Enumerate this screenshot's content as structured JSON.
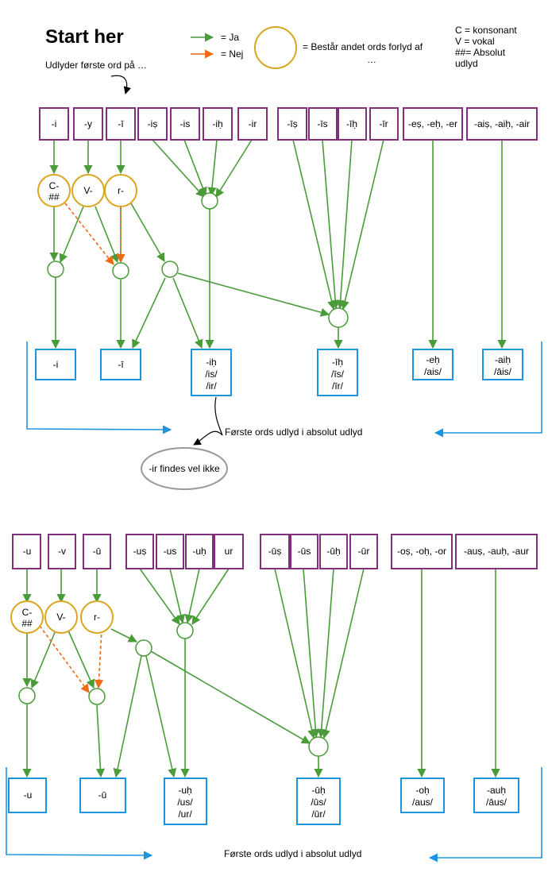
{
  "header": {
    "title": "Start her",
    "subtitle": "Udlyder første ord på …"
  },
  "legend": {
    "ja": "=  Ja",
    "nej": "= Nej",
    "circle_line1": "= Består andet ords forlyd af",
    "circle_line2": "…",
    "key_lines": [
      "C = konsonant",
      "V = vokal",
      "##= Absolut",
      "udlyd"
    ]
  },
  "colors": {
    "purple": "#80307a",
    "blue": "#1c95e0",
    "green": "#4a9b3a",
    "orange": "#ee6a16",
    "yellow": "#d9a621"
  },
  "section1": {
    "inputs": [
      "-i",
      "-y",
      "-ī",
      "-iṣ",
      "-is",
      "-iḥ",
      "-ir",
      "-īṣ",
      "-īs",
      "-īḥ",
      "-īr",
      "-eṣ, -eḥ, -er",
      "-aiṣ, -aiḥ, -air"
    ],
    "conditions": [
      [
        "C-",
        "##"
      ],
      [
        "V-"
      ],
      [
        "r-"
      ]
    ],
    "outputs": [
      [
        "-i"
      ],
      [
        "-ī"
      ],
      [
        "-iḥ",
        "/is/",
        "/ir/"
      ],
      [
        "-īḥ",
        "/īs/",
        "/īr/"
      ],
      [
        "-eḥ",
        "/ais/"
      ],
      [
        "-aiḥ",
        "/āis/"
      ]
    ],
    "absolute_label": "Første ords udlyd i absolut udlyd",
    "note": "-ir findes vel ikke"
  },
  "section2": {
    "inputs": [
      "-u",
      "-v",
      "-ū",
      "-uṣ",
      "-us",
      "-uḥ",
      "ur",
      "-ūṣ",
      "-ūs",
      "-ūḥ",
      "-ūr",
      "-oṣ, -oḥ, -or",
      "-auṣ, -auḥ, -aur"
    ],
    "conditions": [
      [
        "C-",
        "##"
      ],
      [
        "V-"
      ],
      [
        "r-"
      ]
    ],
    "outputs": [
      [
        "-u"
      ],
      [
        "-ū"
      ],
      [
        "-uḥ",
        "/us/",
        "/ur/"
      ],
      [
        "-ūḥ",
        "/ūs/",
        "/ūr/"
      ],
      [
        "-oḥ",
        "/aus/"
      ],
      [
        "-auḥ",
        "/āus/"
      ]
    ],
    "absolute_label": "Første ords udlyd i absolut udlyd"
  }
}
